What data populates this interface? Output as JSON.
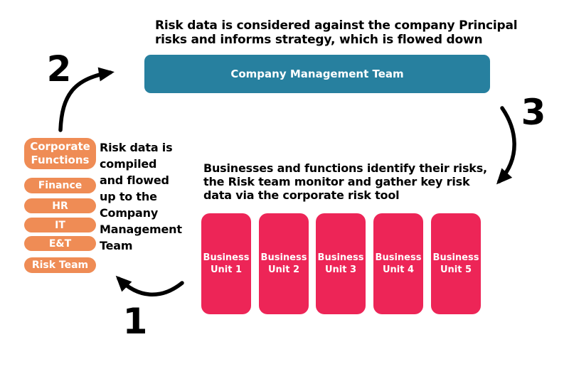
{
  "diagram": {
    "title_hint": "Risk data flow between business units, risk team and company management",
    "colors": {
      "management_bar": "#27809F",
      "function_boxes": "#EF8C55",
      "business_unit_boxes": "#ED2557",
      "arrows_and_text": "#000000",
      "box_label_text": "#FFFFFF"
    },
    "top_flow": {
      "caption": "Risk data is considered against the company Principal\nrisks and informs strategy, which is flowed down",
      "management_bar_label": "Company Management Team"
    },
    "left_flow": {
      "caption": "Risk data is\ncompiled\nand flowed\nup to the\nCompany\nManagement\nTeam",
      "functions": [
        {
          "label": "Corporate\nFunctions"
        },
        {
          "label": "Finance"
        },
        {
          "label": "HR"
        },
        {
          "label": "IT"
        },
        {
          "label": "E&T"
        },
        {
          "label": "Risk Team"
        }
      ]
    },
    "right_flow": {
      "caption": "Businesses and functions identify their risks,\nthe Risk team monitor and gather key risk\ndata via the corporate risk tool",
      "business_units": [
        {
          "label": "Business\nUnit 1"
        },
        {
          "label": "Business\nUnit 2"
        },
        {
          "label": "Business\nUnit 3"
        },
        {
          "label": "Business\nUnit 4"
        },
        {
          "label": "Business\nUnit 5"
        }
      ]
    },
    "steps": [
      {
        "number": "1"
      },
      {
        "number": "2"
      },
      {
        "number": "3"
      }
    ]
  }
}
